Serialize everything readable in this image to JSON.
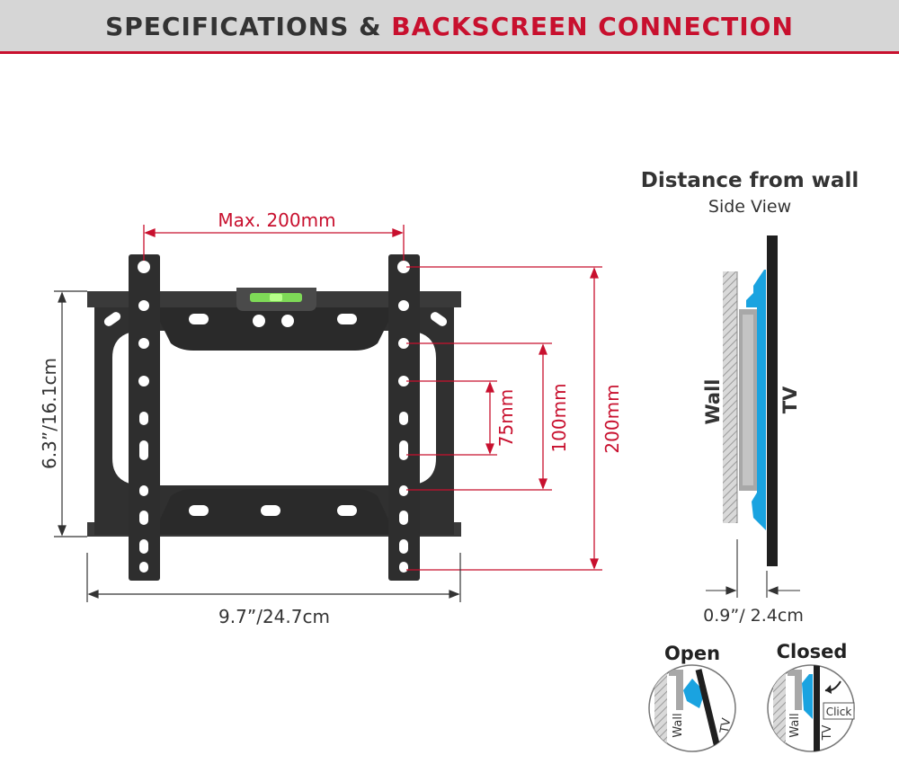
{
  "header": {
    "title_part1": "SPECIFICATIONS & ",
    "title_part2": "BACKSCREEN CONNECTION"
  },
  "front": {
    "max_label": "Max. 200mm",
    "height_label": "6.3”/16.1cm",
    "width_label": "9.7”/24.7cm",
    "vesa_75": "75mm",
    "vesa_100": "100mm",
    "vesa_200": "200mm"
  },
  "side": {
    "title": "Distance from wall",
    "subtitle": "Side View",
    "wall_label": "Wall",
    "tv_label": "TV",
    "distance_label": "0.9”/ 2.4cm"
  },
  "states": {
    "open_label": "Open",
    "closed_label": "Closed",
    "wall_label": "Wall",
    "tv_label": "TV",
    "click_label": "Click"
  },
  "colors": {
    "accent": "#c8102e",
    "mount": "#2e2e2e",
    "tv_blue": "#1aa3e0",
    "wall_gray": "#bfbfbf"
  }
}
